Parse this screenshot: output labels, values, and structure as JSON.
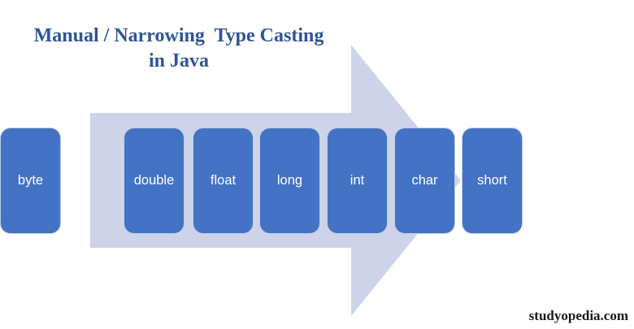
{
  "title": {
    "line1": "Manual / Narrowing  Type Casting",
    "line2": "in Java",
    "color": "#2F5496"
  },
  "diagram": {
    "arrow": {
      "direction": "right",
      "color": "#CED3E9"
    },
    "box_color": "#4472C4",
    "box_text_color": "#FFFFFF",
    "types": [
      {
        "label": "double"
      },
      {
        "label": "float"
      },
      {
        "label": "long"
      },
      {
        "label": "int"
      },
      {
        "label": "char"
      },
      {
        "label": "short"
      },
      {
        "label": "byte"
      }
    ]
  },
  "footer": {
    "watermark": "studyopedia.com",
    "color": "#1A1A1A"
  }
}
